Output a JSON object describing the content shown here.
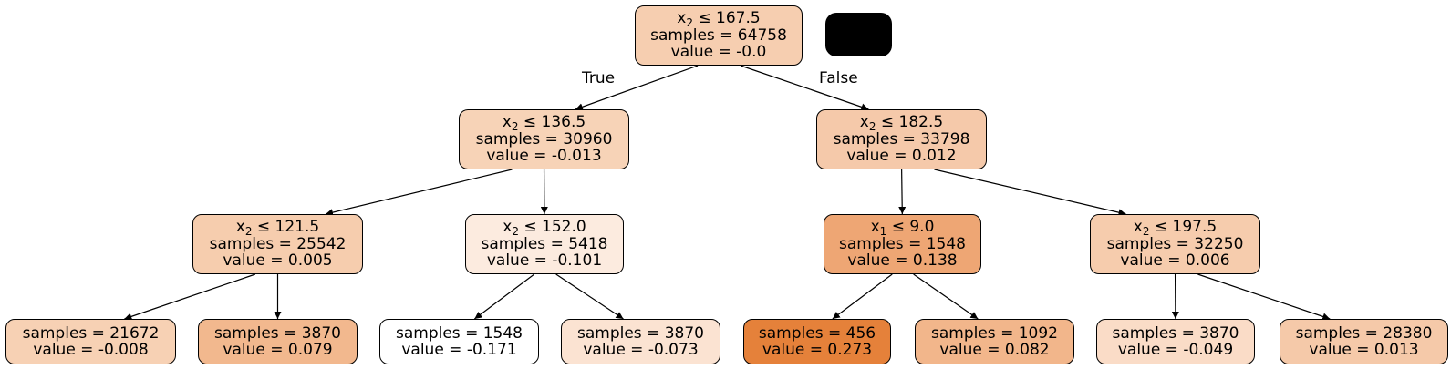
{
  "diagram": {
    "edge_labels": {
      "true_label": "True",
      "false_label": "False"
    },
    "nodes": [
      {
        "id": "n0",
        "feature": "x",
        "sub": "2",
        "op": "≤ 167.5",
        "samples": "samples = 64758",
        "value": "value = -0.0",
        "fill": "#f6ceb0"
      },
      {
        "id": "n1",
        "feature": "x",
        "sub": "2",
        "op": "≤ 136.5",
        "samples": "samples = 30960",
        "value": "value = -0.013",
        "fill": "#f7d3b7"
      },
      {
        "id": "n2",
        "feature": "x",
        "sub": "2",
        "op": "≤ 182.5",
        "samples": "samples = 33798",
        "value": "value = 0.012",
        "fill": "#f5c9aa"
      },
      {
        "id": "n3",
        "feature": "x",
        "sub": "2",
        "op": "≤ 121.5",
        "samples": "samples = 25542",
        "value": "value = 0.005",
        "fill": "#f6cdae"
      },
      {
        "id": "n4",
        "feature": "x",
        "sub": "2",
        "op": "≤ 152.0",
        "samples": "samples = 5418",
        "value": "value = -0.101",
        "fill": "#fcebdf"
      },
      {
        "id": "n5",
        "feature": "x",
        "sub": "1",
        "op": "≤ 9.0",
        "samples": "samples = 1548",
        "value": "value = 0.138",
        "fill": "#eea674"
      },
      {
        "id": "n6",
        "feature": "x",
        "sub": "2",
        "op": "≤ 197.5",
        "samples": "samples = 32250",
        "value": "value = 0.006",
        "fill": "#f6ccad"
      },
      {
        "id": "n7",
        "samples": "samples = 21672",
        "value": "value = -0.008",
        "fill": "#f7d1b4"
      },
      {
        "id": "n8",
        "samples": "samples = 3870",
        "value": "value = 0.079",
        "fill": "#f2b88e"
      },
      {
        "id": "n9",
        "samples": "samples = 1548",
        "value": "value = -0.171",
        "fill": "#ffffff"
      },
      {
        "id": "n10",
        "samples": "samples = 3870",
        "value": "value = -0.073",
        "fill": "#fbe3d2"
      },
      {
        "id": "n11",
        "samples": "samples = 456",
        "value": "value = 0.273",
        "fill": "#e5813a"
      },
      {
        "id": "n12",
        "samples": "samples = 1092",
        "value": "value = 0.082",
        "fill": "#f2b68b"
      },
      {
        "id": "n13",
        "samples": "samples = 3870",
        "value": "value = -0.049",
        "fill": "#fadcc7"
      },
      {
        "id": "n14",
        "samples": "samples = 28380",
        "value": "value = 0.013",
        "fill": "#f5c9a9"
      }
    ],
    "edges": [
      {
        "from": "n0",
        "to": "n1"
      },
      {
        "from": "n0",
        "to": "n2"
      },
      {
        "from": "n1",
        "to": "n3"
      },
      {
        "from": "n1",
        "to": "n4"
      },
      {
        "from": "n2",
        "to": "n5"
      },
      {
        "from": "n2",
        "to": "n6"
      },
      {
        "from": "n3",
        "to": "n7"
      },
      {
        "from": "n3",
        "to": "n8"
      },
      {
        "from": "n4",
        "to": "n9"
      },
      {
        "from": "n4",
        "to": "n10"
      },
      {
        "from": "n5",
        "to": "n11"
      },
      {
        "from": "n5",
        "to": "n12"
      },
      {
        "from": "n6",
        "to": "n13"
      },
      {
        "from": "n6",
        "to": "n14"
      }
    ]
  }
}
